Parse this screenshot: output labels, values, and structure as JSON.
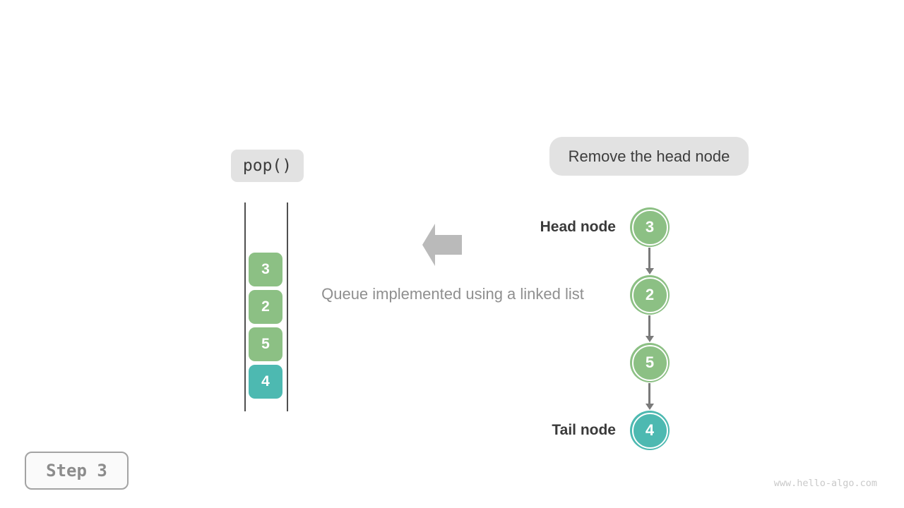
{
  "labels": {
    "operation": "pop()",
    "action": "Remove the head node",
    "caption": "Queue implemented using a linked list",
    "step": "Step 3",
    "watermark": "www.hello-algo.com"
  },
  "queue_stack": {
    "items": [
      {
        "value": "3",
        "color": "#8CC084"
      },
      {
        "value": "2",
        "color": "#8CC084"
      },
      {
        "value": "5",
        "color": "#8CC084"
      },
      {
        "value": "4",
        "color": "#4DB9B1"
      }
    ]
  },
  "linked_list": {
    "head_label": "Head node",
    "tail_label": "Tail node",
    "nodes": [
      {
        "value": "3",
        "color": "#8CC084"
      },
      {
        "value": "2",
        "color": "#8CC084"
      },
      {
        "value": "5",
        "color": "#8CC084"
      },
      {
        "value": "4",
        "color": "#4DB9B1"
      }
    ]
  },
  "colors": {
    "node_green": "#8CC084",
    "node_teal": "#4DB9B1",
    "big_arrow_gray": "#BABABA",
    "connector_gray": "#7a7a7a",
    "label_pill_bg": "#e2e2e2",
    "dark_text": "#3d3d3d",
    "caption_gray": "#8f8f8f",
    "watermark_gray": "#c9c9c9"
  }
}
